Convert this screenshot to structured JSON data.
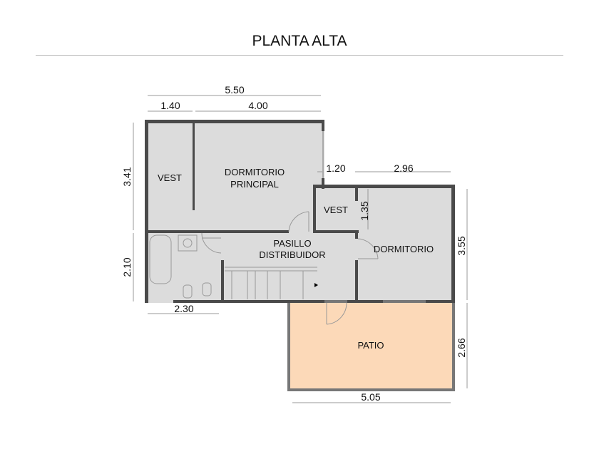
{
  "title": "PLANTA ALTA",
  "rooms": {
    "vest_1": "VEST",
    "dormitorio_principal_1": "DORMITORIO",
    "dormitorio_principal_2": "PRINCIPAL",
    "vest_2": "VEST",
    "pasillo_1": "PASILLO",
    "pasillo_2": "DISTRIBUIDOR",
    "dormitorio": "DORMITORIO",
    "patio": "PATIO"
  },
  "dimensions": {
    "total_width": "5.50",
    "vest_width": "1.40",
    "dorm_width": "4.00",
    "offset": "1.20",
    "dorm2_width": "2.96",
    "vest2_height": "1.35",
    "upper_height": "3.41",
    "bath_height": "2.10",
    "bath_width": "2.30",
    "right_height": "3.55",
    "patio_height": "2.66",
    "patio_width": "5.05"
  },
  "colors": {
    "floor": "#dcdcdc",
    "patio": "#fcd9b8",
    "wall": "#4a4a4a"
  }
}
